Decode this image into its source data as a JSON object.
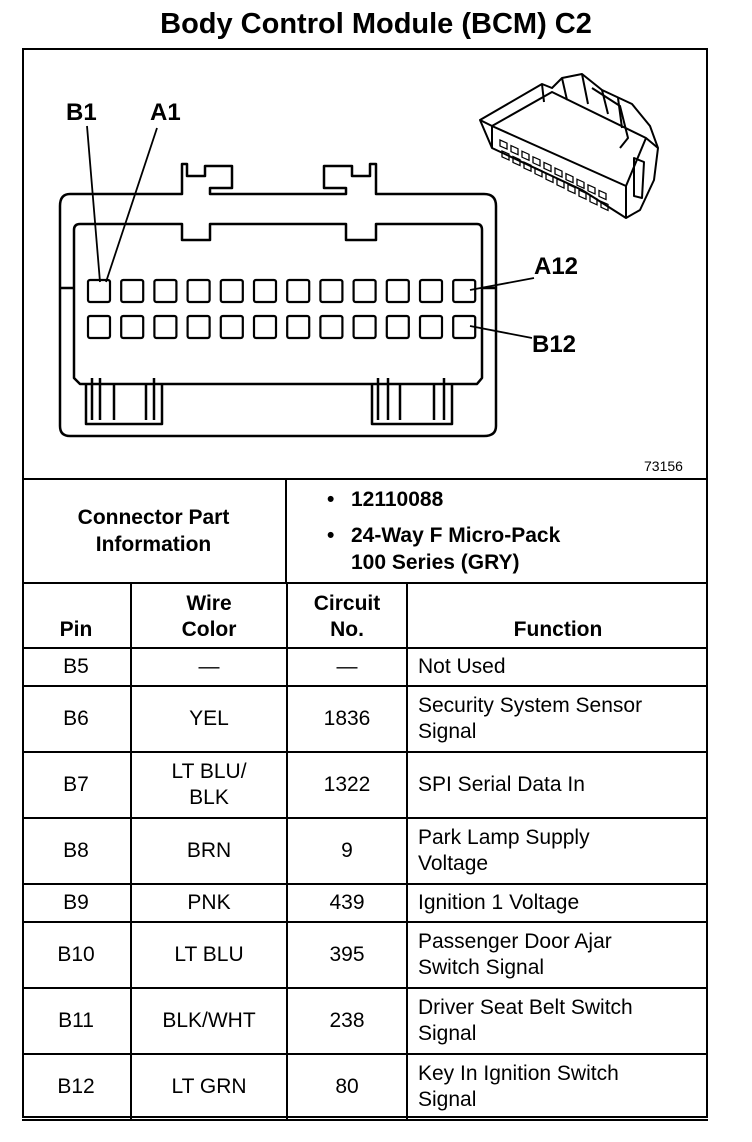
{
  "title": "Body Control Module (BCM) C2",
  "diagram": {
    "labels": {
      "b1": "B1",
      "a1": "A1",
      "a12": "A12",
      "b12": "B12"
    },
    "figure_number": "73156",
    "connector_rows": 2,
    "pins_per_row": 12
  },
  "connector_info": {
    "heading_line1": "Connector Part",
    "heading_line2": "Information",
    "items": [
      {
        "bullet": "•",
        "line1": "12110088",
        "line2": ""
      },
      {
        "bullet": "•",
        "line1": "24-Way F Micro-Pack",
        "line2": "100 Series (GRY)"
      }
    ]
  },
  "table": {
    "headers": {
      "pin": "Pin",
      "wire_color_1": "Wire",
      "wire_color_2": "Color",
      "circuit_1": "Circuit",
      "circuit_2": "No.",
      "function": "Function"
    },
    "rows": [
      {
        "pin": "B5",
        "wire1": "—",
        "wire2": "",
        "circuit": "—",
        "func1": "Not Used",
        "func2": ""
      },
      {
        "pin": "B6",
        "wire1": "YEL",
        "wire2": "",
        "circuit": "1836",
        "func1": "Security System Sensor",
        "func2": "Signal"
      },
      {
        "pin": "B7",
        "wire1": "LT BLU/",
        "wire2": "BLK",
        "circuit": "1322",
        "func1": "SPI Serial Data In",
        "func2": ""
      },
      {
        "pin": "B8",
        "wire1": "BRN",
        "wire2": "",
        "circuit": "9",
        "func1": "Park Lamp Supply",
        "func2": "Voltage"
      },
      {
        "pin": "B9",
        "wire1": "PNK",
        "wire2": "",
        "circuit": "439",
        "func1": "Ignition 1 Voltage",
        "func2": ""
      },
      {
        "pin": "B10",
        "wire1": "LT BLU",
        "wire2": "",
        "circuit": "395",
        "func1": "Passenger Door Ajar",
        "func2": "Switch Signal"
      },
      {
        "pin": "B11",
        "wire1": "BLK/WHT",
        "wire2": "",
        "circuit": "238",
        "func1": "Driver Seat Belt Switch",
        "func2": "Signal"
      },
      {
        "pin": "B12",
        "wire1": "LT GRN",
        "wire2": "",
        "circuit": "80",
        "func1": "Key In Ignition Switch",
        "func2": "Signal"
      }
    ]
  }
}
